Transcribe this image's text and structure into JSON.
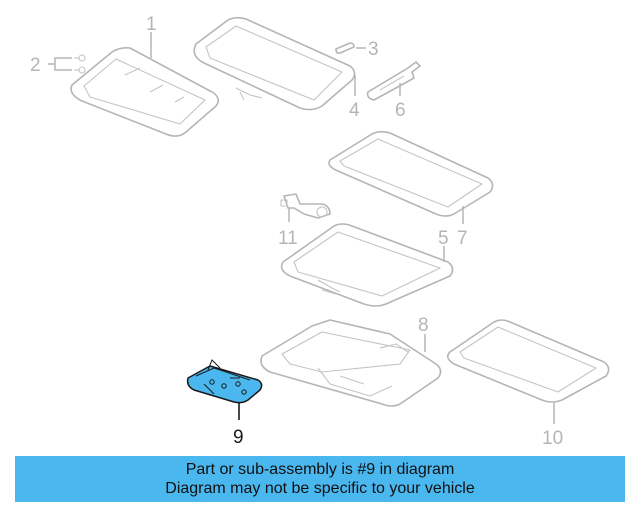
{
  "diagram": {
    "callouts": {
      "c1": "1",
      "c2": "2",
      "c3": "3",
      "c4": "4",
      "c5": "5",
      "c6": "6",
      "c7": "7",
      "c8": "8",
      "c9": "9",
      "c10": "10",
      "c11": "11"
    },
    "highlighted_part": "9",
    "colors": {
      "line_art": "#b5b5b5",
      "highlight_fill": "#4bb7ef",
      "highlight_stroke": "#1a1a1a"
    }
  },
  "banner": {
    "line1": "Part or sub-assembly is #9 in diagram",
    "line2": "Diagram may not be specific to your vehicle",
    "background": "#4bb7ef"
  }
}
